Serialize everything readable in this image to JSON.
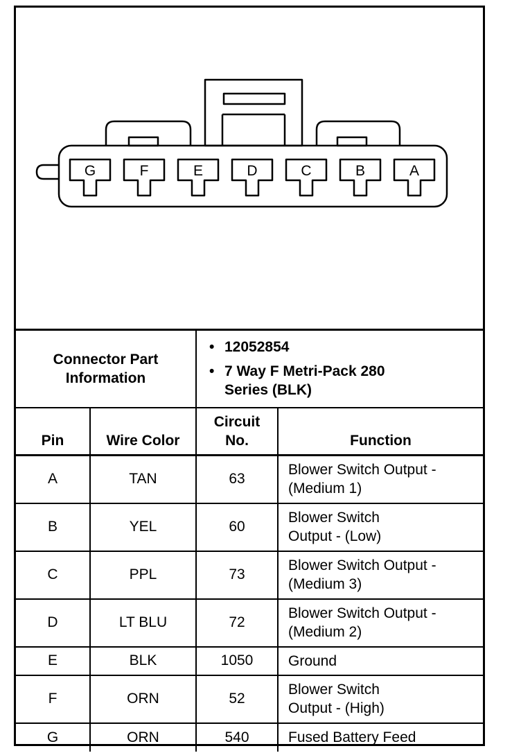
{
  "connector": {
    "pins": [
      "G",
      "F",
      "E",
      "D",
      "C",
      "B",
      "A"
    ]
  },
  "part_info": {
    "label_line1": "Connector Part",
    "label_line2": "Information",
    "part_number": "12052854",
    "desc_line1": "7 Way F Metri-Pack 280",
    "desc_line2": "Series (BLK)"
  },
  "headers": {
    "pin": "Pin",
    "wire_color": "Wire Color",
    "circuit_line1": "Circuit",
    "circuit_line2": "No.",
    "function": "Function"
  },
  "rows": [
    {
      "pin": "A",
      "color": "TAN",
      "circuit": "63",
      "func1": "Blower Switch Output -",
      "func2": "(Medium 1)"
    },
    {
      "pin": "B",
      "color": "YEL",
      "circuit": "60",
      "func1": "Blower Switch",
      "func2": "Output - (Low)"
    },
    {
      "pin": "C",
      "color": "PPL",
      "circuit": "73",
      "func1": "Blower Switch Output -",
      "func2": "(Medium 3)"
    },
    {
      "pin": "D",
      "color": "LT BLU",
      "circuit": "72",
      "func1": "Blower Switch Output -",
      "func2": "(Medium 2)"
    },
    {
      "pin": "E",
      "color": "BLK",
      "circuit": "1050",
      "func1": "Ground",
      "func2": ""
    },
    {
      "pin": "F",
      "color": "ORN",
      "circuit": "52",
      "func1": "Blower Switch",
      "func2": "Output - (High)"
    },
    {
      "pin": "G",
      "color": "ORN",
      "circuit": "540",
      "func1": "Fused Battery Feed",
      "func2": ""
    }
  ]
}
